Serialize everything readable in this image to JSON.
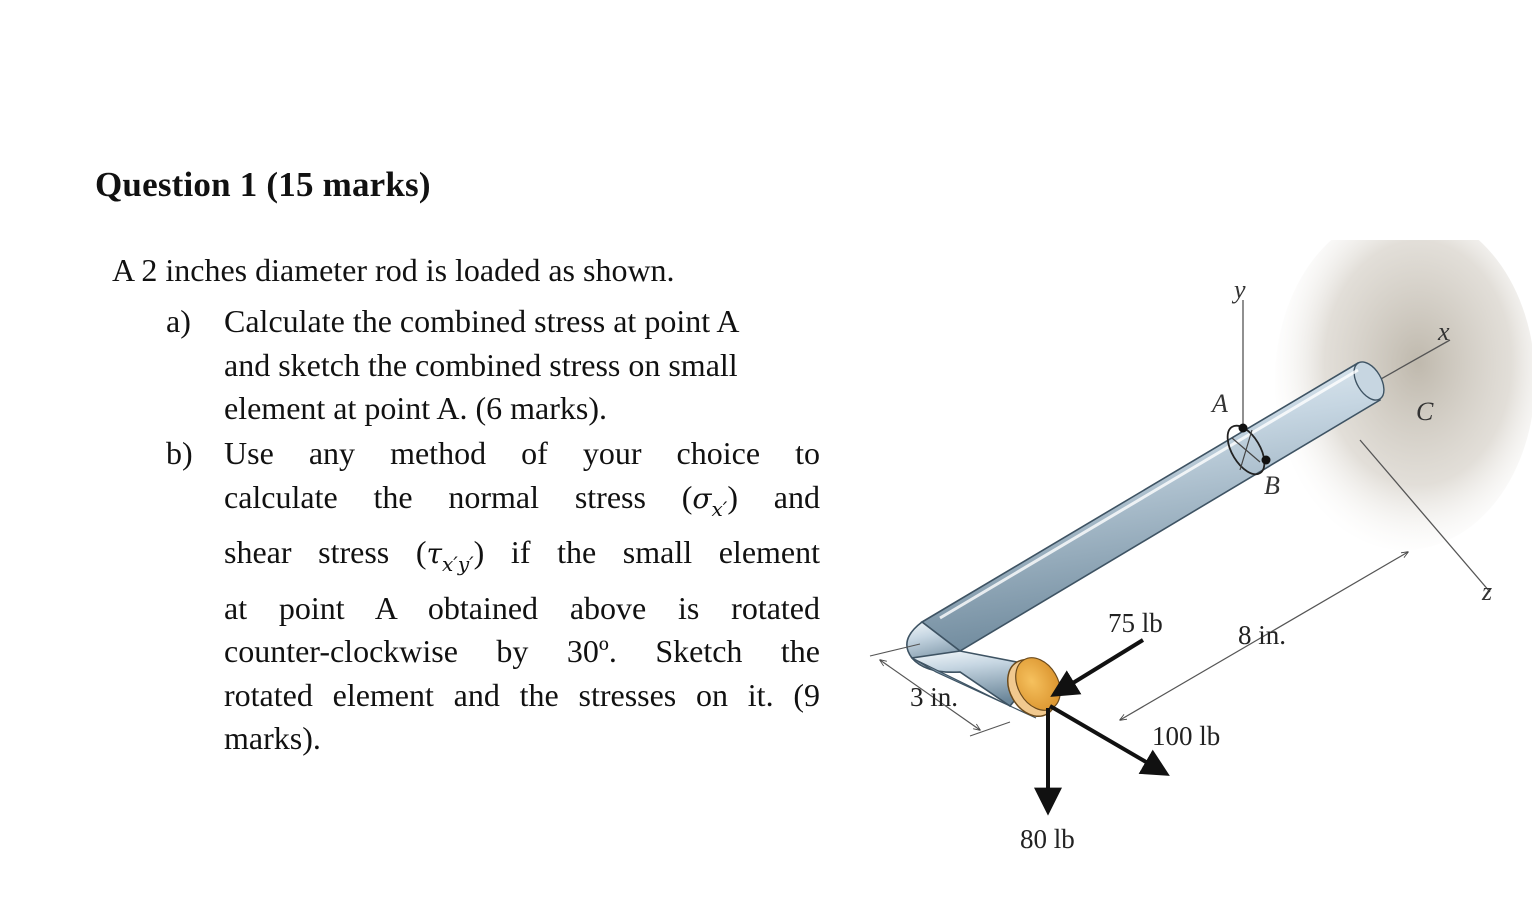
{
  "question": {
    "heading": "Question 1 (15 marks)",
    "intro": "A 2 inches diameter rod is loaded as shown."
  },
  "part_a": {
    "marker": "a)",
    "lines": [
      "Calculate the combined stress at point A",
      "and sketch the combined stress on small",
      "element at point A. (6 marks)."
    ]
  },
  "part_b": {
    "marker": "b)",
    "line1": "Use any method of your choice to",
    "line2_pre": "calculate the normal stress (",
    "sigma": "σ",
    "sigma_sub": "x′",
    "line2_post": ") and",
    "line3_pre": "shear stress (",
    "tau": "τ",
    "tau_sub": "x′y′",
    "line3_post": ") if the small element",
    "line4": "at point A obtained above is rotated",
    "line5": "counter-clockwise by 30º. Sketch the",
    "line6": "rotated element and the stresses on it. (9",
    "line7": "marks)."
  },
  "figure": {
    "axis_y": "y",
    "axis_x": "x",
    "axis_z": "z",
    "point_a": "A",
    "point_b": "B",
    "point_c": "C",
    "load_75": "75 lb",
    "load_100": "100 lb",
    "load_80": "80 lb",
    "dim_8": "8 in.",
    "dim_3": "3 in.",
    "colors": {
      "rod_light": "#dde9f1",
      "rod_mid": "#a9c0d0",
      "rod_dark": "#5f7a8d",
      "end_face": "#e8a73a",
      "wall_shade": "#c9c3b8"
    }
  }
}
